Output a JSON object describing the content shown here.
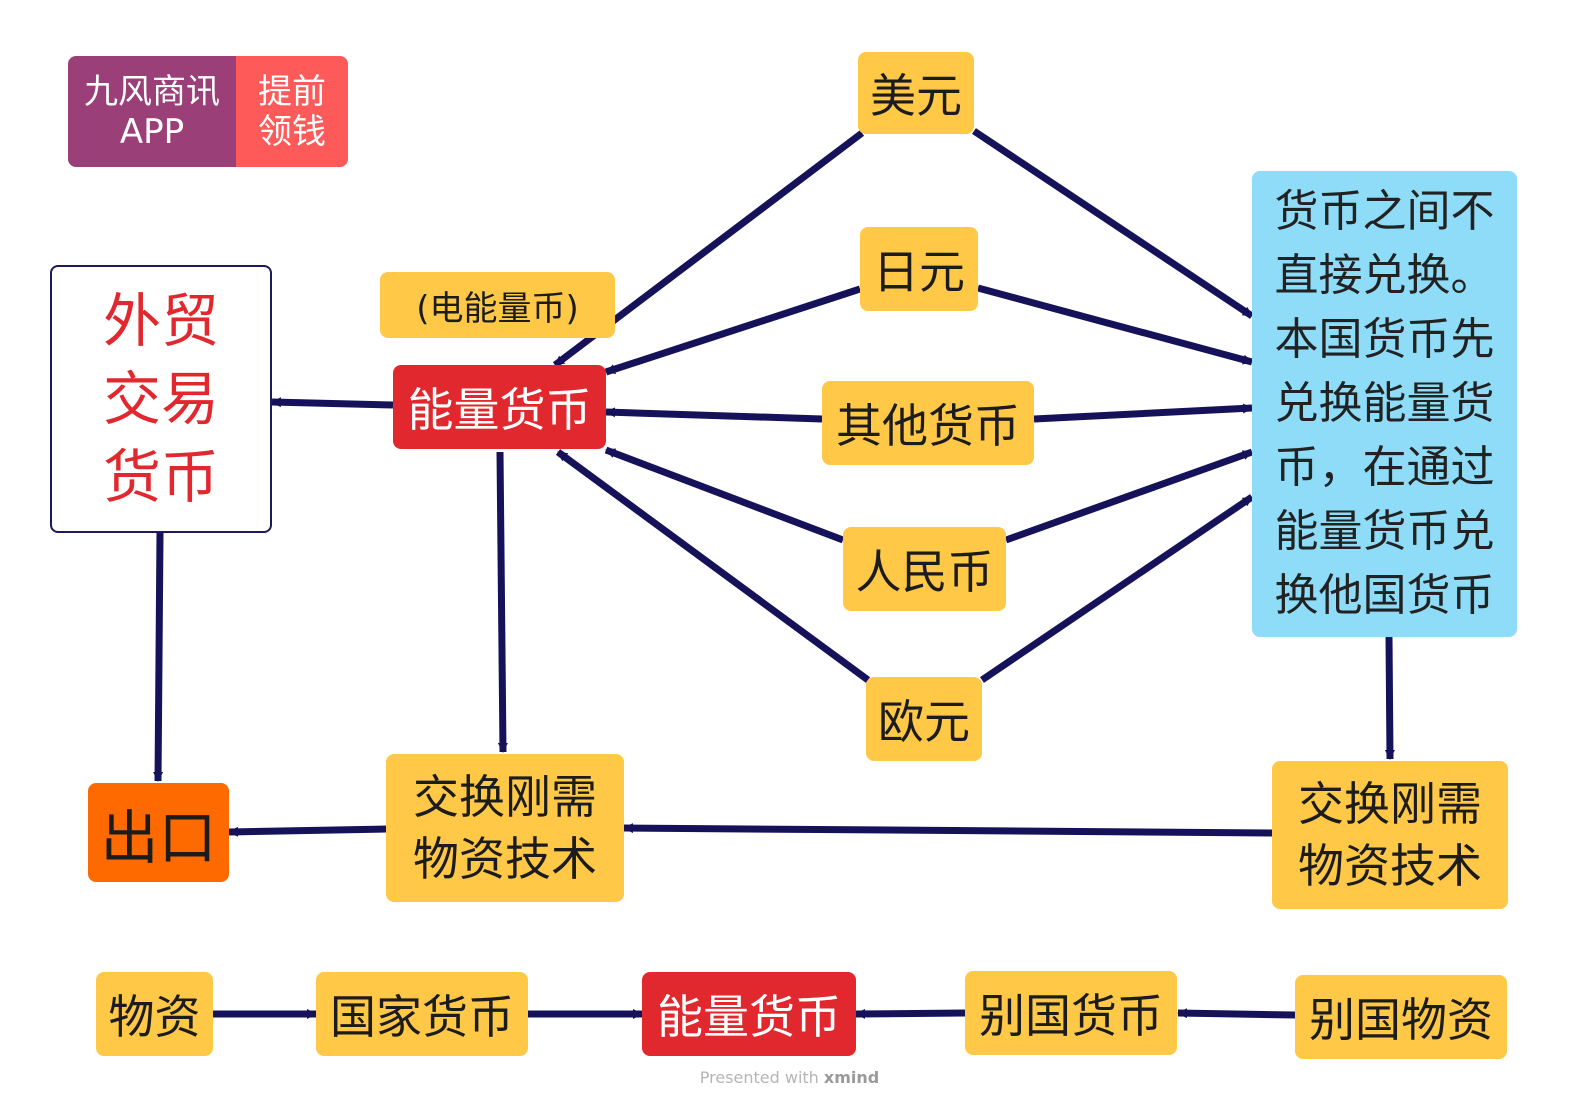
{
  "badge": {
    "app_line1": "九风商讯",
    "app_line2": "APP",
    "promo_line1": "提前",
    "promo_line2": "领钱",
    "app_color": "#9b3f78",
    "promo_color": "#ff5a5a"
  },
  "nodes": {
    "usd": "美元",
    "jpy": "日元",
    "other": "其他货币",
    "cny": "人民币",
    "eur": "欧元",
    "energy_note": "(电能量币)",
    "energy": "能量货币",
    "trade_lines": [
      "外贸",
      "交易",
      "货币"
    ],
    "note_lines": [
      "货币之间不",
      "直接兑换。",
      "本国货币先",
      "兑换能量货",
      "币，在通过",
      "能量货币兑",
      "换他国货币"
    ],
    "exchange_center_lines": [
      "交换刚需",
      "物资技术"
    ],
    "exchange_right_lines": [
      "交换刚需",
      "物资技术"
    ],
    "export": "出口"
  },
  "flow": {
    "goods": "物资",
    "national_currency": "国家货币",
    "energy": "能量货币",
    "foreign_currency": "别国货币",
    "foreign_goods": "别国物资"
  },
  "footer": {
    "prefix": "Presented with",
    "brand": "xmind"
  },
  "colors": {
    "arrow": "#15125a",
    "yellow": "#ffc947",
    "red": "#e0282e",
    "orange": "#ff6a00",
    "blue": "#8fdcf8"
  },
  "icons": [
    "arrow-head-icon"
  ]
}
